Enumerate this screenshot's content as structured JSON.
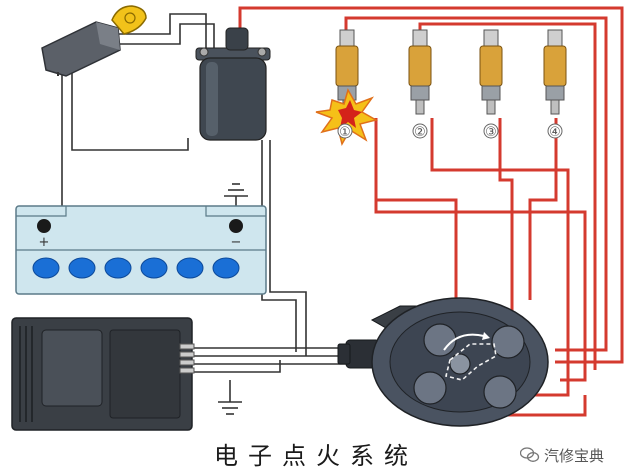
{
  "title": "电子点火系统",
  "watermark": "汽修宝典",
  "spark_plugs": [
    {
      "label": "①"
    },
    {
      "label": "②"
    },
    {
      "label": "③"
    },
    {
      "label": "④"
    }
  ],
  "battery": {
    "positive": "+",
    "negative": "−"
  },
  "colors": {
    "wire_red": "#d43a2f",
    "wire_dark": "#333333",
    "battery_body": "#cfe6ee",
    "battery_cell": "#1a6fd6",
    "coil_body": "#3f4750",
    "module_body": "#3a3f45",
    "distributor_body": "#4a5361",
    "spark_body": "#d9a23a",
    "spark_flash": "#f5c018"
  }
}
